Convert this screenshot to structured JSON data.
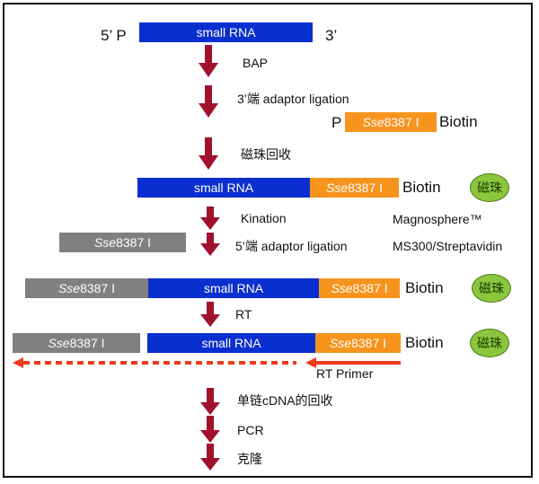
{
  "colors": {
    "rna": "#0a2fd0",
    "adaptor_3prime": "#f7941d",
    "adaptor_5prime": "#808080",
    "arrow": "#a0122c",
    "primer": "#ee3a1c",
    "bead": "#8cc63f"
  },
  "row1": {
    "label_5prime": "5’ P",
    "rna_label": "small RNA",
    "label_3prime": "3’"
  },
  "steps": {
    "bap": "BAP",
    "ligation_3": "3’端 adaptor ligation",
    "bead_recovery": "磁珠回收",
    "kination": "Kination",
    "ligation_5": "5’端 adaptor ligation",
    "rt": "RT",
    "ss_cdna_recovery": "单链cDNA的回收",
    "pcr": "PCR",
    "cloning": "克隆"
  },
  "adaptor": {
    "p_label": "P",
    "enzyme_italic": "Sse",
    "enzyme_rest": "8387 I",
    "biotin": "Biotin"
  },
  "bead": {
    "label": "磁珠",
    "product_line1": "Magnosphere™",
    "product_line2": "MS300/Streptavidin"
  },
  "rt_primer": "RT Primer"
}
